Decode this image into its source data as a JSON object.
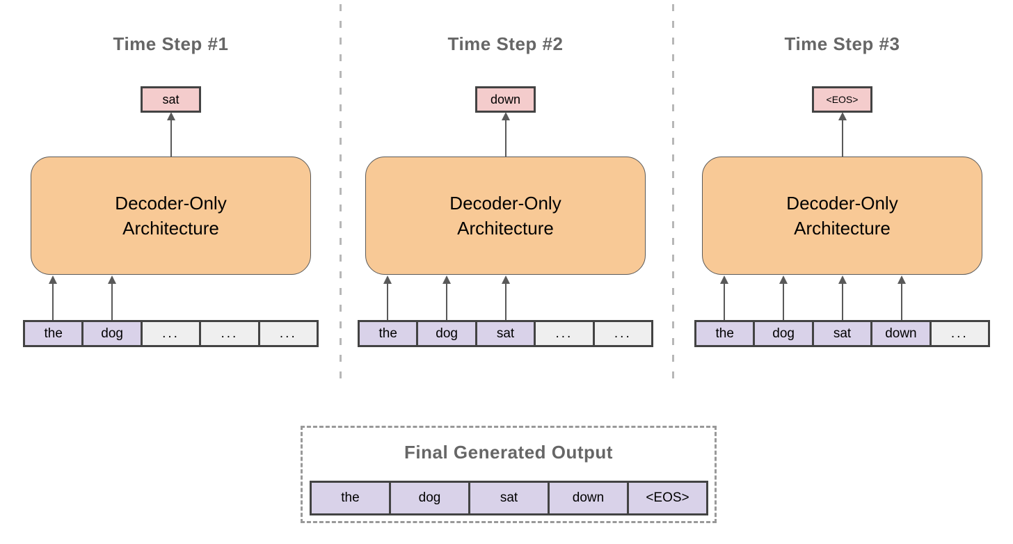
{
  "diagram": {
    "colors": {
      "output_token_fill": "#f4cccc",
      "decoder_fill": "#f8c996",
      "token_fill": "#d9d2e9",
      "ellipsis_fill": "#efefef",
      "box_border": "#434343",
      "arrow": "#595959",
      "heading_text": "#666666",
      "separator": "#b7b7b7",
      "final_box_border": "#999999"
    },
    "panels": [
      {
        "title": "Time Step #1",
        "output_token": "sat",
        "decoder_line1": "Decoder-Only",
        "decoder_line2": "Architecture",
        "tokens": [
          {
            "label": "the",
            "type": "token"
          },
          {
            "label": "dog",
            "type": "token"
          },
          {
            "label": "...",
            "type": "ellipsis"
          },
          {
            "label": "...",
            "type": "ellipsis"
          },
          {
            "label": "...",
            "type": "ellipsis"
          }
        ]
      },
      {
        "title": "Time Step #2",
        "output_token": "down",
        "decoder_line1": "Decoder-Only",
        "decoder_line2": "Architecture",
        "tokens": [
          {
            "label": "the",
            "type": "token"
          },
          {
            "label": "dog",
            "type": "token"
          },
          {
            "label": "sat",
            "type": "token"
          },
          {
            "label": "...",
            "type": "ellipsis"
          },
          {
            "label": "...",
            "type": "ellipsis"
          }
        ]
      },
      {
        "title": "Time Step #3",
        "output_token": "<EOS>",
        "decoder_line1": "Decoder-Only",
        "decoder_line2": "Architecture",
        "tokens": [
          {
            "label": "the",
            "type": "token"
          },
          {
            "label": "dog",
            "type": "token"
          },
          {
            "label": "sat",
            "type": "token"
          },
          {
            "label": "down",
            "type": "token"
          },
          {
            "label": "...",
            "type": "ellipsis"
          }
        ]
      }
    ],
    "final_output": {
      "title": "Final Generated Output",
      "tokens": [
        "the",
        "dog",
        "sat",
        "down",
        "<EOS>"
      ]
    }
  }
}
